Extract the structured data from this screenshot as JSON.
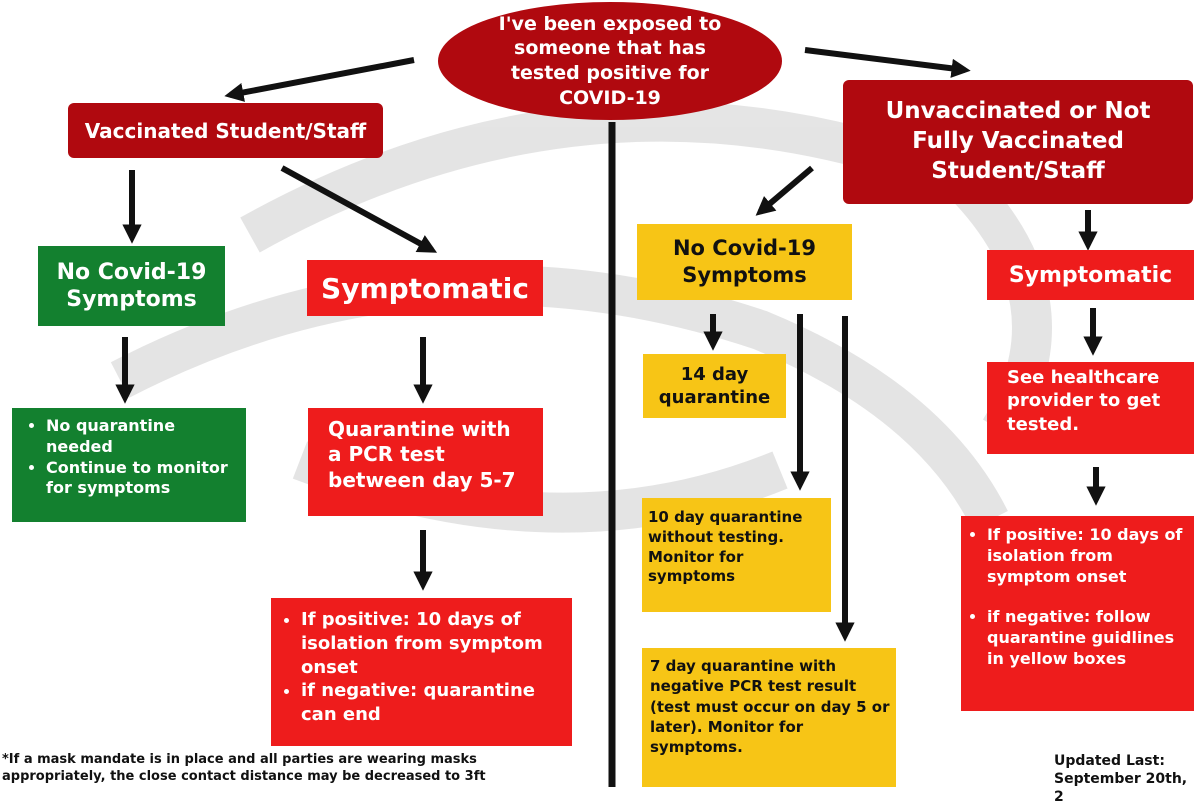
{
  "colors": {
    "dark_red": "#b0090f",
    "red": "#ee1c1c",
    "green": "#13802f",
    "yellow": "#f7c516",
    "line": "#111111",
    "watermark": "#cfcfcf"
  },
  "start": "I've been exposed to someone that has tested positive for COVID-19",
  "vaccinated": {
    "header": "Vaccinated Student/Staff",
    "no_symptoms": {
      "label": "No Covid-19 Symptoms",
      "items": [
        "No quarantine needed",
        "Continue to monitor for symptoms"
      ]
    },
    "symptomatic": {
      "label": "Symptomatic",
      "step": "Quarantine with a PCR test between day 5-7",
      "items": [
        "If positive: 10 days of isolation from symptom onset",
        "if negative: quarantine can end"
      ]
    }
  },
  "unvaccinated": {
    "header": "Unvaccinated or Not Fully Vaccinated Student/Staff",
    "no_symptoms": {
      "label": "No Covid-19 Symptoms",
      "option_14": "14 day quarantine",
      "option_10": "10 day quarantine without testing. Monitor for symptoms",
      "option_7": "7 day quarantine with negative PCR test result (test must occur on day 5 or later). Monitor for symptoms."
    },
    "symptomatic": {
      "label": "Symptomatic",
      "step": "See healthcare provider to get tested.",
      "items": [
        "If positive: 10 days of isolation from symptom onset",
        "if negative: follow quarantine guidlines in yellow boxes"
      ]
    }
  },
  "footnote": "*If a mask mandate is in place and all parties are wearing masks appropriately, the close contact distance may be decreased to 3ft",
  "updated": "Updated Last: September 20th, 2"
}
